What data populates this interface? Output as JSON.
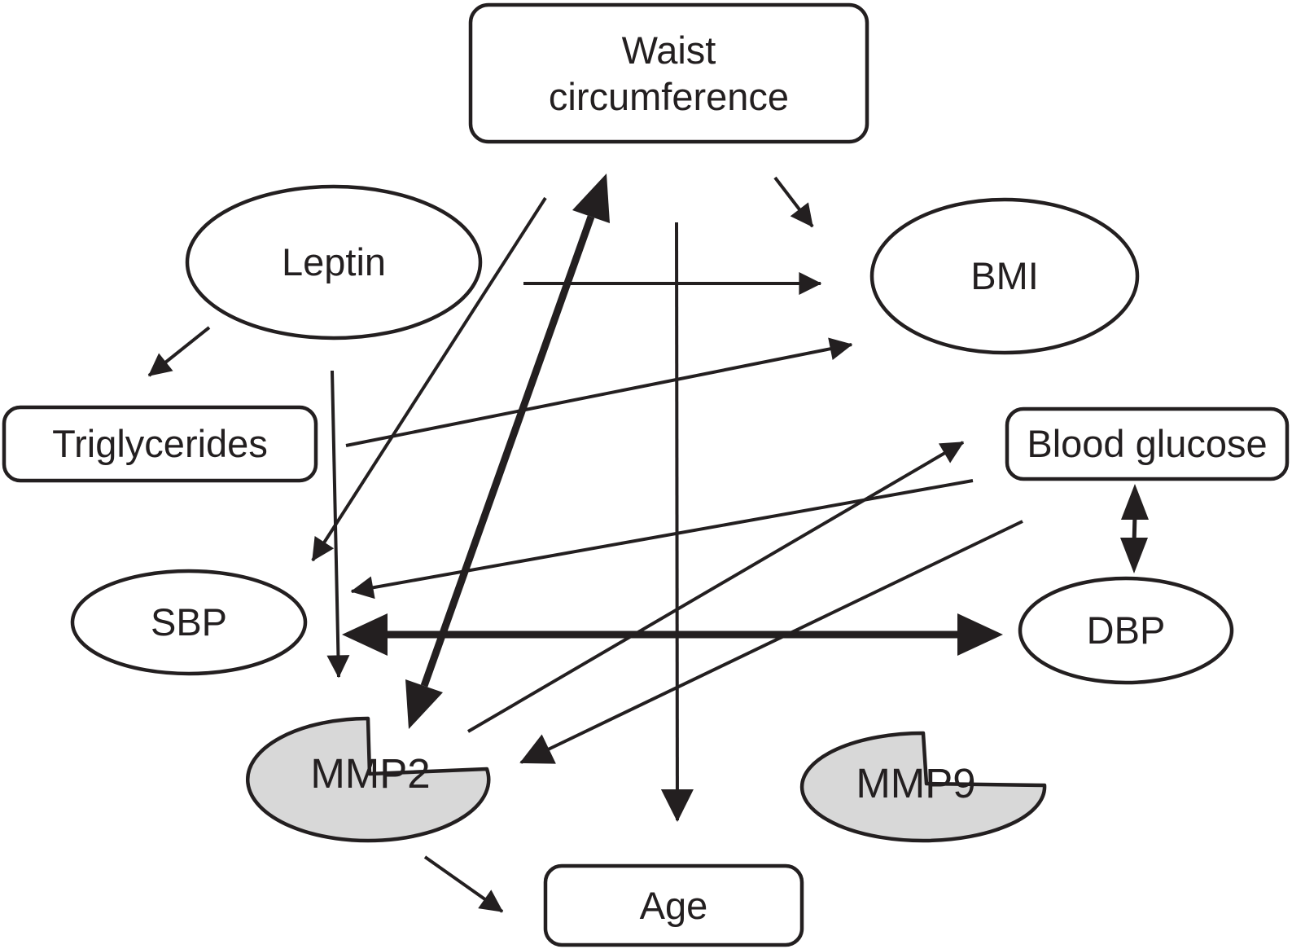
{
  "figure": {
    "description": "Path diagram of associations among anthropometric, metabolic and blood-pressure variables and MMPs"
  },
  "colors": {
    "background": "#ffffff",
    "stroke": "#231f20",
    "node_fill": "#ffffff",
    "mmp_fill": "#d8d8d8",
    "text": "#231f20"
  },
  "nodes": {
    "waist": {
      "label": "Waist\ncircumference",
      "shape": "rounded-rect"
    },
    "leptin": {
      "label": "Leptin",
      "shape": "ellipse"
    },
    "bmi": {
      "label": "BMI",
      "shape": "ellipse"
    },
    "triglycerides": {
      "label": "Triglycerides",
      "shape": "rounded-rect"
    },
    "blood_glucose": {
      "label": "Blood glucose",
      "shape": "rounded-rect"
    },
    "sbp": {
      "label": "SBP",
      "shape": "ellipse"
    },
    "dbp": {
      "label": "DBP",
      "shape": "ellipse"
    },
    "mmp2": {
      "label": "MMP2",
      "shape": "notched-ellipse"
    },
    "mmp9": {
      "label": "MMP9",
      "shape": "notched-ellipse"
    },
    "age": {
      "label": "Age",
      "shape": "rounded-rect"
    }
  },
  "edges": [
    {
      "from": "Leptin",
      "to": "Triglycerides",
      "style": "thin",
      "direction": "one-way"
    },
    {
      "from": "Waist circumference",
      "to": "BMI",
      "style": "thin",
      "direction": "one-way"
    },
    {
      "from": "Leptin",
      "to": "BMI",
      "style": "thin",
      "direction": "one-way"
    },
    {
      "from": "Triglycerides",
      "to": "BMI",
      "style": "thin",
      "direction": "one-way"
    },
    {
      "from": "Waist circumference",
      "to": "SBP",
      "style": "thin",
      "direction": "one-way"
    },
    {
      "from": "Leptin",
      "to": "MMP2",
      "style": "thin",
      "direction": "one-way"
    },
    {
      "from": "MMP2",
      "to": "Waist circumference",
      "style": "thick",
      "direction": "two-way"
    },
    {
      "from": "Waist circumference",
      "to": "Age",
      "style": "thin",
      "direction": "one-way"
    },
    {
      "from": "SBP",
      "to": "DBP",
      "style": "thick",
      "direction": "two-way"
    },
    {
      "from": "Blood glucose",
      "to": "DBP",
      "style": "medium",
      "direction": "two-way"
    },
    {
      "from": "MMP2",
      "to": "Blood glucose",
      "style": "thin",
      "direction": "one-way"
    },
    {
      "from": "Blood glucose",
      "to": "SBP",
      "style": "thin",
      "direction": "one-way"
    },
    {
      "from": "Blood glucose",
      "to": "MMP2",
      "style": "thin",
      "direction": "one-way"
    },
    {
      "from": "MMP2",
      "to": "Age",
      "style": "thin",
      "direction": "one-way"
    }
  ]
}
